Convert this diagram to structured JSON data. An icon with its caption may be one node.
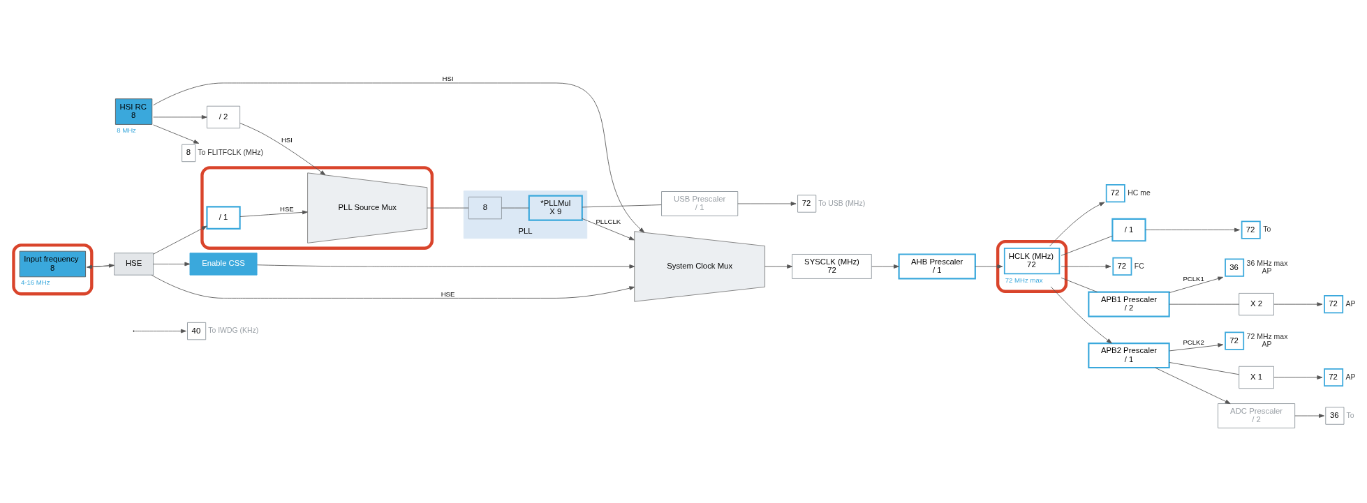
{
  "diagram": {
    "nodes": [
      {
        "text": [
          "40"
        ],
        "beside": [
          "To IWDG (KHz)"
        ]
      },
      {
        "text": [
          "8"
        ],
        "beside": [
          "To FLITFCLK (MHz)"
        ]
      },
      {
        "text": [
          "HSI RC",
          "8"
        ],
        "beside": [
          "8 MHz"
        ]
      },
      {
        "text": [
          "System Clock Mux"
        ]
      },
      {
        "text": [
          "SYSCLK (MHz)",
          "72"
        ]
      },
      {
        "text": [
          "AHB Prescaler",
          "/ 1"
        ]
      },
      {
        "text": [],
        "shape": "box"
      },
      {
        "text": [
          "HCLK (MHz)",
          "72"
        ],
        "beside": [
          "72 MHz max"
        ],
        "in": 6
      },
      {
        "text": [
          "72"
        ],
        "beside": [
          "HC me"
        ]
      },
      {
        "text": [
          "/ 1"
        ]
      },
      {
        "text": [
          "72"
        ],
        "beside": [
          "To"
        ]
      },
      {
        "text": [
          "72"
        ],
        "beside": [
          "FC"
        ]
      },
      {
        "text": [
          "APB1 Prescaler",
          "/ 2"
        ]
      },
      {
        "text": [
          "36"
        ],
        "beside": [
          "36 MHz max",
          "AP"
        ]
      },
      {
        "text": [
          "X 2"
        ]
      },
      {
        "text": [
          "72"
        ],
        "beside": [
          "AP"
        ]
      },
      {
        "text": [
          "Enable CSS"
        ]
      },
      {
        "text": [
          "APB2 Prescaler",
          "/ 1"
        ]
      },
      {
        "text": [
          "72"
        ],
        "beside": [
          "72 MHz max",
          "AP"
        ]
      },
      {
        "text": [
          "X 1"
        ]
      },
      {
        "text": [
          "72"
        ],
        "beside": [
          "AP"
        ]
      },
      {
        "text": [
          "ADC Prescaler",
          "/ 2"
        ]
      },
      {
        "text": [
          "36"
        ],
        "beside": [
          "To"
        ]
      },
      {
        "text": [],
        "shape": "box"
      },
      {
        "text": [
          "Input frequency",
          "8"
        ],
        "beside": [
          "4-16 MHz"
        ],
        "in": 23
      },
      {
        "text": [
          "HSE"
        ]
      },
      {
        "text": [],
        "shape": "box"
      },
      {
        "text": [
          "/ 2"
        ]
      },
      {
        "text": [
          "/ 1"
        ],
        "in": 26
      },
      {
        "text": [
          "PLL Source Mux"
        ],
        "in": 26
      },
      {
        "text": [
          "PLL"
        ]
      },
      {
        "text": [
          "8"
        ],
        "in": 30
      },
      {
        "text": [
          "*PLLMul",
          "X 9"
        ],
        "in": 30
      },
      {
        "text": [
          "USB Prescaler",
          "/ 1"
        ]
      },
      {
        "text": [
          "72"
        ],
        "beside": [
          "To USB (MHz)"
        ]
      }
    ],
    "edges": [
      {
        "from": null,
        "to": 0,
        "arrow": "to"
      },
      {
        "from": 2,
        "to": 1,
        "arrow": "to"
      },
      {
        "from": 2,
        "to": 3,
        "arrow": "to",
        "label": "HSI"
      },
      {
        "from": 2,
        "to": 27,
        "arrow": "to"
      },
      {
        "from": 25,
        "to": 3,
        "arrow": "to",
        "label": "HSE"
      },
      {
        "from": 25,
        "to": 16,
        "arrow": "to"
      },
      {
        "from": 16,
        "to": 3,
        "arrow": "to"
      },
      {
        "from": 3,
        "to": 4,
        "arrow": "to"
      },
      {
        "from": 4,
        "to": 5,
        "arrow": "to"
      },
      {
        "from": 5,
        "to": 7,
        "arrow": "to"
      },
      {
        "from": 7,
        "to": 8,
        "arrow": "to"
      },
      {
        "from": 7,
        "to": 9,
        "arrow": "none"
      },
      {
        "from": 9,
        "to": 10,
        "arrow": "to"
      },
      {
        "from": 7,
        "to": 11,
        "arrow": "to"
      },
      {
        "from": 7,
        "to": 12,
        "arrow": "none"
      },
      {
        "from": 12,
        "to": 13,
        "arrow": "to",
        "label": "PCLK1"
      },
      {
        "from": 12,
        "to": 14,
        "arrow": "none"
      },
      {
        "from": 14,
        "to": 15,
        "arrow": "to"
      },
      {
        "from": 7,
        "to": 17,
        "arrow": "to"
      },
      {
        "from": 17,
        "to": 18,
        "arrow": "to",
        "label": "PCLK2"
      },
      {
        "from": 17,
        "to": 19,
        "arrow": "none"
      },
      {
        "from": 19,
        "to": 20,
        "arrow": "to"
      },
      {
        "from": 17,
        "to": 21,
        "arrow": "to"
      },
      {
        "from": 21,
        "to": 22,
        "arrow": "to"
      },
      {
        "from": 24,
        "to": 25,
        "arrow": "to"
      },
      {
        "from": 25,
        "to": 24,
        "arrow": "to"
      },
      {
        "from": 25,
        "to": 28,
        "arrow": "to"
      },
      {
        "from": 27,
        "to": 29,
        "arrow": "to",
        "label": "HSI"
      },
      {
        "from": 28,
        "to": 29,
        "arrow": "to",
        "label": "HSE"
      },
      {
        "from": 29,
        "to": 31,
        "arrow": "none"
      },
      {
        "from": 31,
        "to": 32,
        "arrow": "none"
      },
      {
        "from": 32,
        "to": 3,
        "arrow": "to",
        "label": "PLLCLK"
      },
      {
        "from": 32,
        "to": 33,
        "arrow": "none"
      },
      {
        "from": 33,
        "to": 34,
        "arrow": "to"
      }
    ]
  }
}
